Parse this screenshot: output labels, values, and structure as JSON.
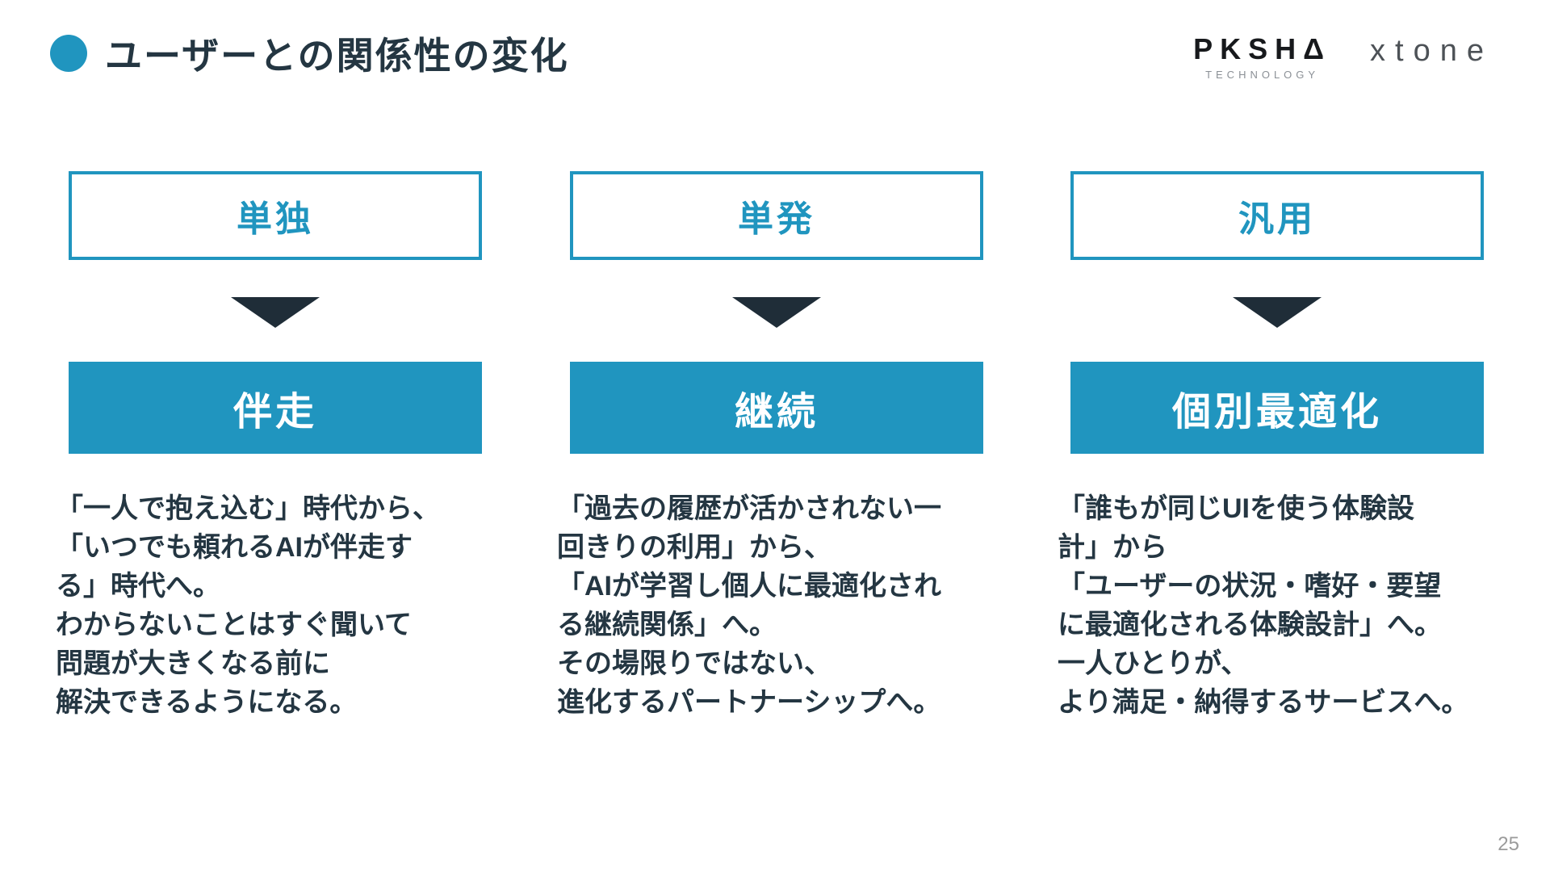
{
  "slide": {
    "title": "ユーザーとの関係性の変化",
    "page_number": "25"
  },
  "logos": {
    "pksha_text": "PKSHΔ",
    "pksha_subtext": "TECHNOLOGY",
    "xtone_text": "xtone"
  },
  "columns": [
    {
      "before_label": "単独",
      "after_label": "伴走",
      "description": "「一人で抱え込む」時代から、\n「いつでも頼れるAIが伴走す\nる」時代へ。\nわからないことはすぐ聞いて\n問題が大きくなる前に\n解決できるようになる。"
    },
    {
      "before_label": "単発",
      "after_label": "継続",
      "description": "「過去の履歴が活かされない一\n回きりの利用」から、\n「AIが学習し個人に最適化され\nる継続関係」へ。\nその場限りではない、\n進化するパートナーシップへ。"
    },
    {
      "before_label": "汎用",
      "after_label": "個別最適化",
      "description": "「誰もが同じUIを使う体験設\n計」から\n「ユーザーの状況・嗜好・要望\nに最適化される体験設計」へ。\n一人ひとりが、\nより満足・納得するサービスへ。"
    }
  ],
  "colors": {
    "accent": "#2095BF",
    "dark": "#243642",
    "arrow": "#1F2D38",
    "page_gray": "#9B9B9B",
    "logo_black": "#17191C",
    "logo_gray": "#8B9096",
    "xtone_gray": "#4D5257"
  }
}
